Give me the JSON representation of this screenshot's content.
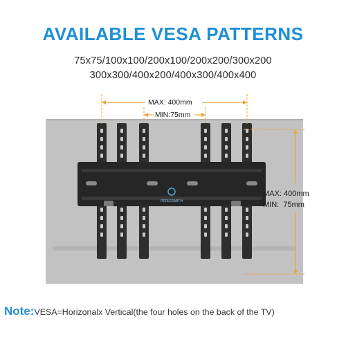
{
  "title": "AVAILABLE VESA PATTERNS",
  "patterns_line1": "75x75/100x100/200x100/200x200/300x200",
  "patterns_line2": "300x300/400x200/400x300/400x400",
  "horizontal": {
    "max_label": "MAX: 400mm",
    "min_label": "MIN:75mm"
  },
  "vertical": {
    "max_label": "MAX: 400mm",
    "min_label": "MIN:  75mm"
  },
  "brand": "PERLESMITH",
  "note": {
    "label": "Note:",
    "text": "VESA=Horizonalx Vertical(the four holes on the back of the TV)"
  },
  "colors": {
    "accent_blue": "#1e8fd6",
    "orange": "#f0a23b",
    "tv_gray": "#bdbdbd",
    "mount": "#2d2d2d"
  }
}
